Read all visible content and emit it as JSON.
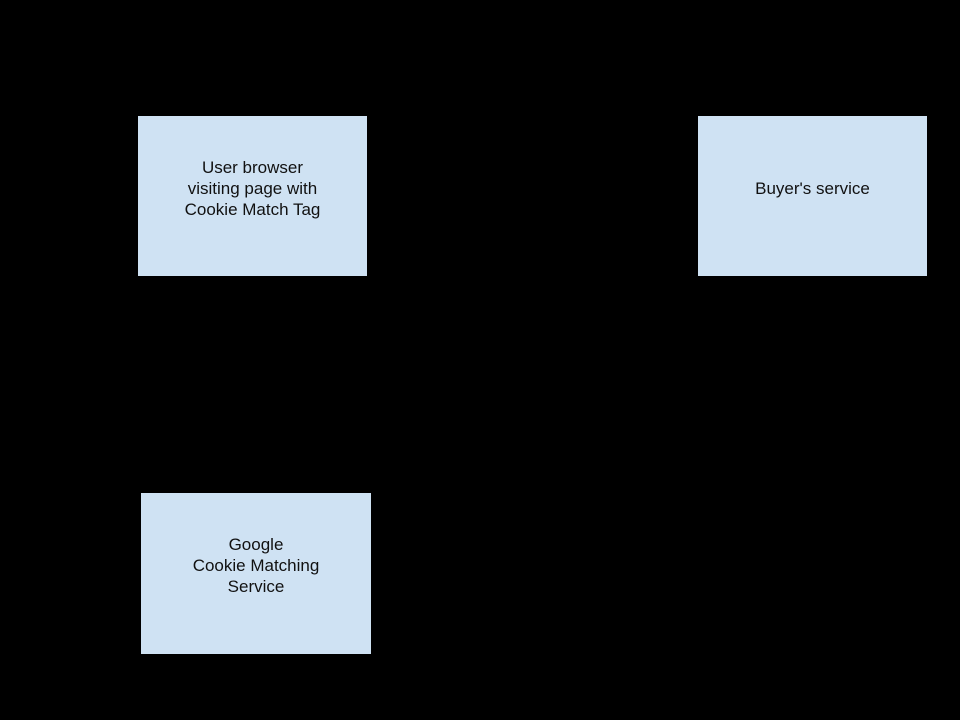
{
  "canvas": {
    "background_color": "#000000"
  },
  "diagram": {
    "nodes": [
      {
        "id": "user-browser",
        "lines": [
          "User browser",
          "visiting page with",
          "Cookie Match Tag"
        ],
        "fill_color": "#cfe2f3",
        "border_color": "#000000",
        "text_color": "#111111"
      },
      {
        "id": "buyers-service",
        "lines": [
          "Buyer's service"
        ],
        "fill_color": "#cfe2f3",
        "border_color": "#000000",
        "text_color": "#111111"
      },
      {
        "id": "google-cookie-matching-service",
        "lines": [
          "Google",
          "Cookie Matching",
          "Service"
        ],
        "fill_color": "#cfe2f3",
        "border_color": "#000000",
        "text_color": "#111111"
      }
    ]
  }
}
